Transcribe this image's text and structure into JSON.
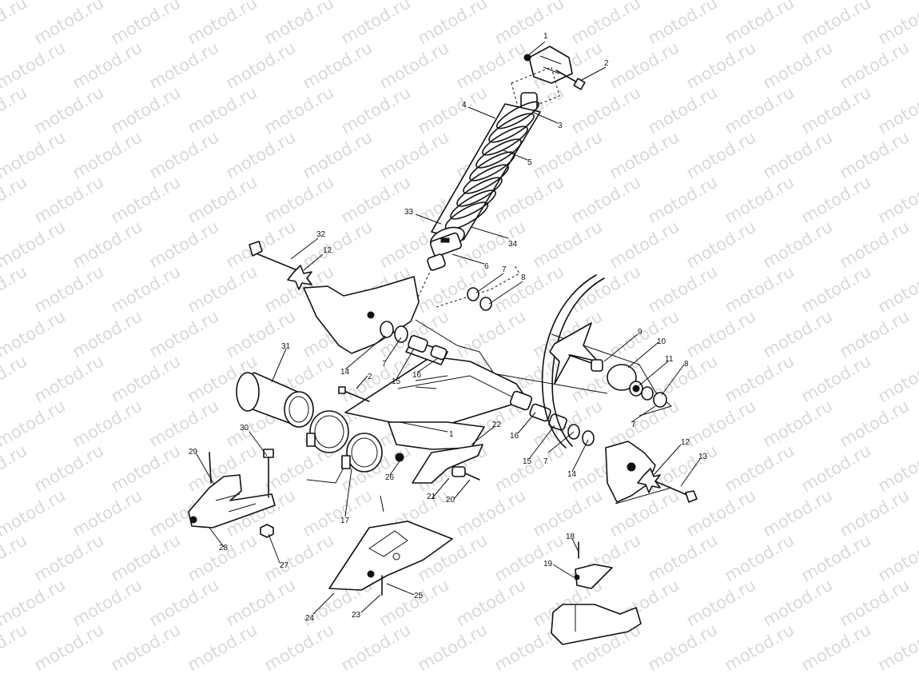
{
  "watermark": {
    "text": "motod.ru"
  },
  "callouts": [
    {
      "id": "c1a",
      "label": "1"
    },
    {
      "id": "c2a",
      "label": "2"
    },
    {
      "id": "c3",
      "label": "3"
    },
    {
      "id": "c4",
      "label": "4"
    },
    {
      "id": "c5",
      "label": "5"
    },
    {
      "id": "c33",
      "label": "33"
    },
    {
      "id": "c34",
      "label": "34"
    },
    {
      "id": "c6",
      "label": "6"
    },
    {
      "id": "c32",
      "label": "32"
    },
    {
      "id": "c12a",
      "label": "12"
    },
    {
      "id": "c7a",
      "label": "7"
    },
    {
      "id": "c8a",
      "label": "8"
    },
    {
      "id": "c31",
      "label": "31"
    },
    {
      "id": "c14a",
      "label": "14"
    },
    {
      "id": "c7b",
      "label": "7"
    },
    {
      "id": "c15a",
      "label": "15"
    },
    {
      "id": "c16a",
      "label": "16"
    },
    {
      "id": "c2b",
      "label": "2"
    },
    {
      "id": "c9",
      "label": "9"
    },
    {
      "id": "c10",
      "label": "10"
    },
    {
      "id": "c11",
      "label": "11"
    },
    {
      "id": "c8b",
      "label": "8"
    },
    {
      "id": "c7c",
      "label": "7"
    },
    {
      "id": "c1b",
      "label": "1"
    },
    {
      "id": "c22",
      "label": "22"
    },
    {
      "id": "c16b",
      "label": "16"
    },
    {
      "id": "c15b",
      "label": "15"
    },
    {
      "id": "c7d",
      "label": "7"
    },
    {
      "id": "c14b",
      "label": "14"
    },
    {
      "id": "c12b",
      "label": "12"
    },
    {
      "id": "c13",
      "label": "13"
    },
    {
      "id": "c30",
      "label": "30"
    },
    {
      "id": "c29",
      "label": "29"
    },
    {
      "id": "c26",
      "label": "26"
    },
    {
      "id": "c21",
      "label": "21"
    },
    {
      "id": "c20",
      "label": "20"
    },
    {
      "id": "c17",
      "label": "17"
    },
    {
      "id": "c28",
      "label": "28"
    },
    {
      "id": "c27",
      "label": "27"
    },
    {
      "id": "c18",
      "label": "18"
    },
    {
      "id": "c19",
      "label": "19"
    },
    {
      "id": "c25",
      "label": "25"
    },
    {
      "id": "c24",
      "label": "24"
    },
    {
      "id": "c23",
      "label": "23"
    }
  ]
}
